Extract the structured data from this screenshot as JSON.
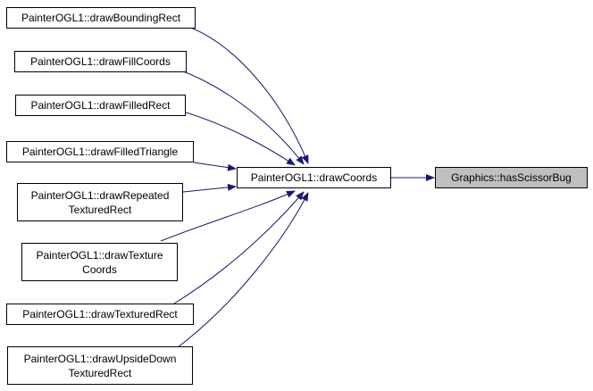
{
  "graph": {
    "callers": [
      {
        "id": "n1",
        "label": "PainterOGL1::drawBoundingRect"
      },
      {
        "id": "n2",
        "label": "PainterOGL1::drawFillCoords"
      },
      {
        "id": "n3",
        "label": "PainterOGL1::drawFilledRect"
      },
      {
        "id": "n4",
        "label": "PainterOGL1::drawFilledTriangle"
      },
      {
        "id": "n5",
        "label": "PainterOGL1::drawRepeated TexturedRect"
      },
      {
        "id": "n6",
        "label": "PainterOGL1::drawTexture Coords"
      },
      {
        "id": "n7",
        "label": "PainterOGL1::drawTexturedRect"
      },
      {
        "id": "n8",
        "label": "PainterOGL1::drawUpsideDown TexturedRect"
      }
    ],
    "middle": {
      "id": "m",
      "label": "PainterOGL1::drawCoords"
    },
    "target": {
      "id": "t",
      "label": "Graphics::hasScissorBug"
    },
    "edge_color": "#191970",
    "target_fill": "#bfbfbf"
  }
}
